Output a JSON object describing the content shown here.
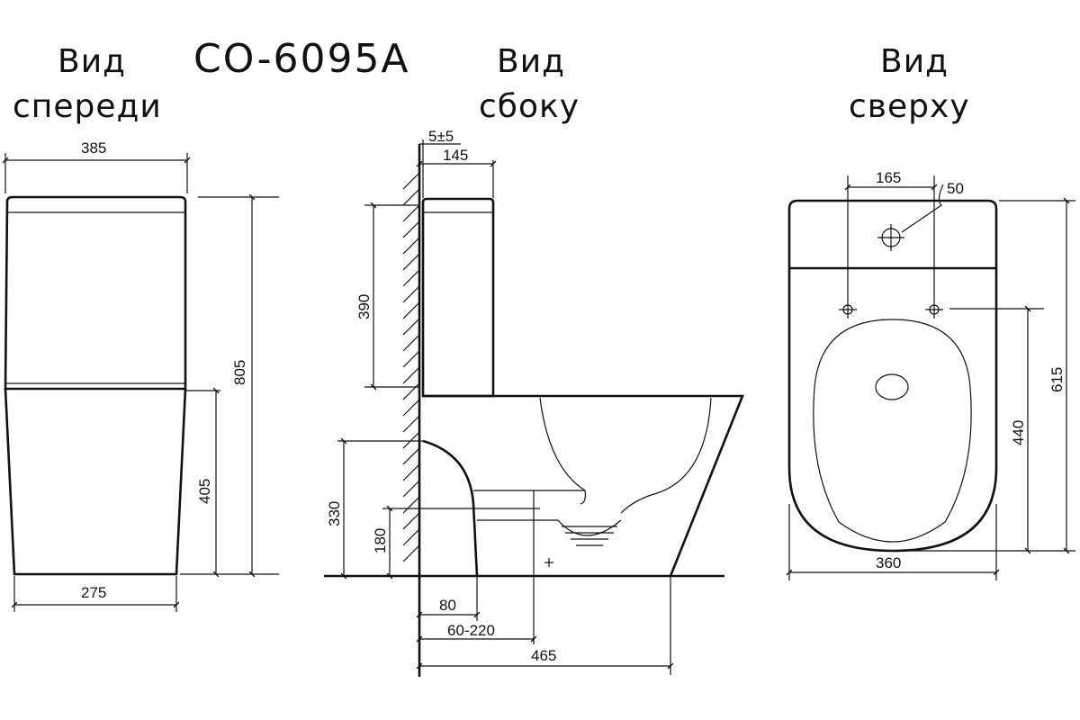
{
  "headings": {
    "model": "CO-6095A",
    "front_line1": "Вид",
    "front_line2": "спереди",
    "side_line1": "Вид",
    "side_line2": "сбоку",
    "top_line1": "Вид",
    "top_line2": "сверху"
  },
  "dimensions": {
    "front": {
      "width_top": "385",
      "height_total": "805",
      "height_bowl": "405",
      "width_bottom": "275"
    },
    "side": {
      "wall_gap": "5±5",
      "tank_depth": "145",
      "tank_height": "390",
      "outlet_height": "330",
      "water_inlet_height": "180",
      "outlet_offset": "80",
      "outlet_range": "60-220",
      "total_depth": "465"
    },
    "top": {
      "hole_spacing": "165",
      "hole_diameter": "50",
      "total_depth": "615",
      "seat_depth": "440",
      "width": "360"
    }
  }
}
